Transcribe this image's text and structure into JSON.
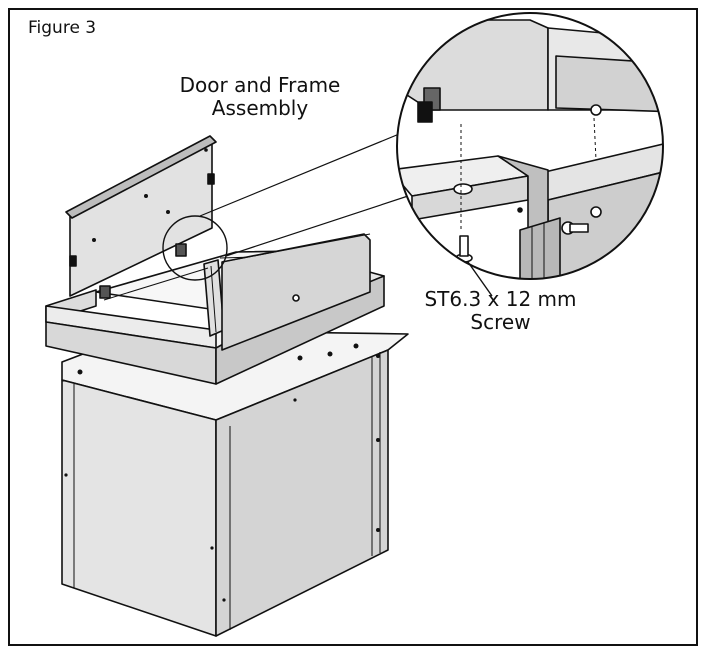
{
  "figure": {
    "label": "Figure 3"
  },
  "callouts": {
    "door_frame": {
      "line1": "Door and Frame",
      "line2": "Assembly"
    },
    "screw": {
      "line1": "ST6.3 x 12 mm",
      "line2": "Screw"
    }
  },
  "colors": {
    "line": "#111111",
    "panel": "#e2e2e2",
    "panel_dark": "#c9c9c9",
    "panel_light": "#efefef"
  }
}
